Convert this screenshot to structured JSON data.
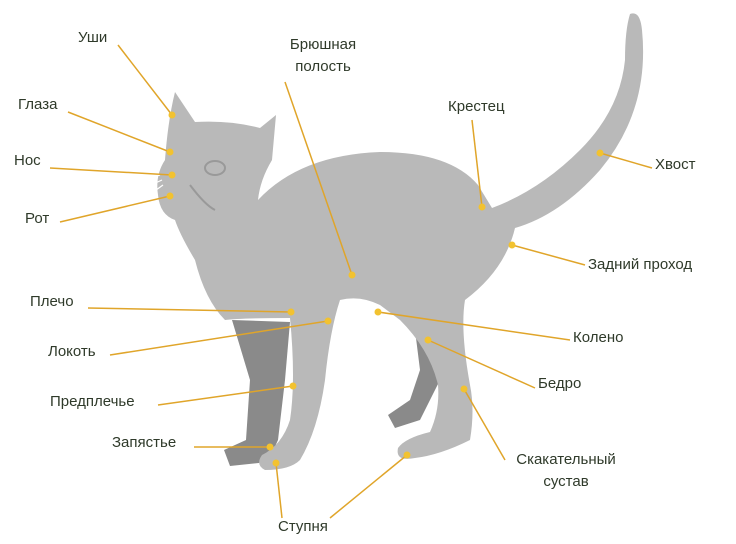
{
  "labels": {
    "ears": "Уши",
    "eyes": "Глаза",
    "nose": "Нос",
    "mouth": "Рот",
    "abdomen_1": "Брюшная",
    "abdomen_2": "полость",
    "sacrum": "Крестец",
    "tail": "Хвост",
    "anus": "Задний проход",
    "shoulder": "Плечо",
    "elbow": "Локоть",
    "knee": "Колено",
    "forearm": "Предплечье",
    "thigh": "Бедро",
    "wrist": "Запястье",
    "hock_1": "Скакательный",
    "hock_2": "сустав",
    "foot": "Ступня"
  },
  "colors": {
    "body": "#b9b9b9",
    "shadow": "#8a8a8a",
    "line": "#e0a52a",
    "dot": "#f2c230"
  }
}
